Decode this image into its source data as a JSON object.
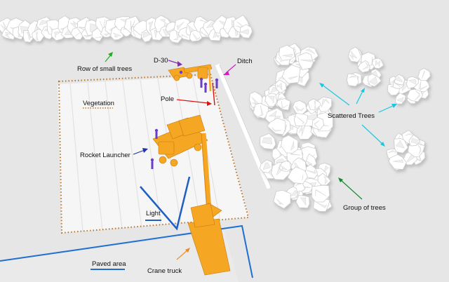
{
  "labels": {
    "row_of_small_trees": "Row of small trees",
    "d30": "D-30",
    "ditch": "Ditch",
    "vegetation": "Vegetation",
    "pole": "Pole",
    "scattered_trees": "Scattered Trees",
    "rocket_launcher": "Rocket Launcher",
    "light": "Light",
    "group_of_trees": "Group of trees",
    "paved_area": "Paved area",
    "crane_truck": "Crane truck"
  },
  "colors": {
    "ground": "#e6e6e6",
    "field": "#f7f7f7",
    "vegetation_border": "#b8732a",
    "vehicle": "#f5a623",
    "figures": "#6a3ec8",
    "paved_line": "#1f6fd1",
    "light_line": "#1f5fc4",
    "arrow_green": "#22aa22",
    "arrow_purple": "#8a2ab0",
    "arrow_magenta": "#d01fc8",
    "arrow_red": "#e01010",
    "arrow_cyan": "#18c8e0",
    "arrow_blue": "#2233aa",
    "arrow_orange": "#f08a20",
    "arrow_dkgreen": "#0e8a2e"
  }
}
